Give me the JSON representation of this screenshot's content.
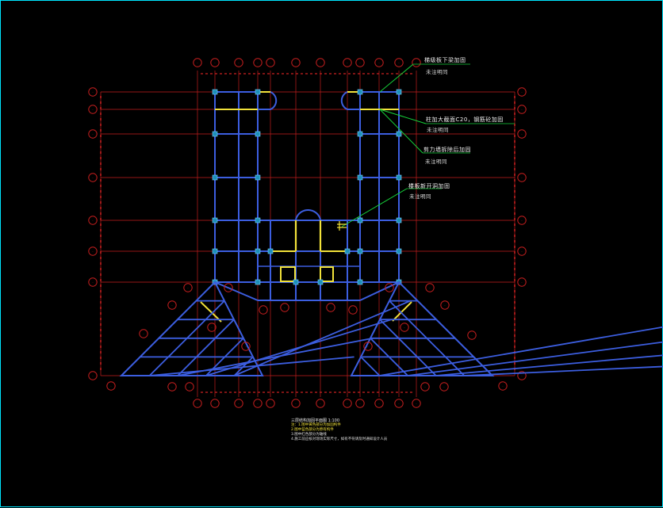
{
  "colors": {
    "background": "#000000",
    "frame": "#00e5ff",
    "grid": "#c41e1e",
    "beam": "#3c5ee0",
    "strengthen": "#f2e23a",
    "leader": "#16d23a",
    "text": "#f0f0f0"
  },
  "annotations": [
    {
      "id": "note1",
      "line1": "梯级板下梁加固",
      "line2": "未注明同"
    },
    {
      "id": "note2",
      "line1": "柱加大截面C20，钢筋砼加固",
      "line2": "未注明同"
    },
    {
      "id": "note3",
      "line1": "剪力墙拆除后加固",
      "line2": "未注明同"
    },
    {
      "id": "note4",
      "line1": "楼板新开洞加固",
      "line2": "未注明同"
    }
  ],
  "legend": {
    "title": "三层结构加固平面图 1:100",
    "lines": [
      "注：1.图中黄色部分为加固构件",
      "2.图中蓝色部分为原有构件",
      "3.图中红色部分为轴线",
      "4.施工前应核对现场实际尺寸，如有不符请及时通知设计人员"
    ]
  }
}
